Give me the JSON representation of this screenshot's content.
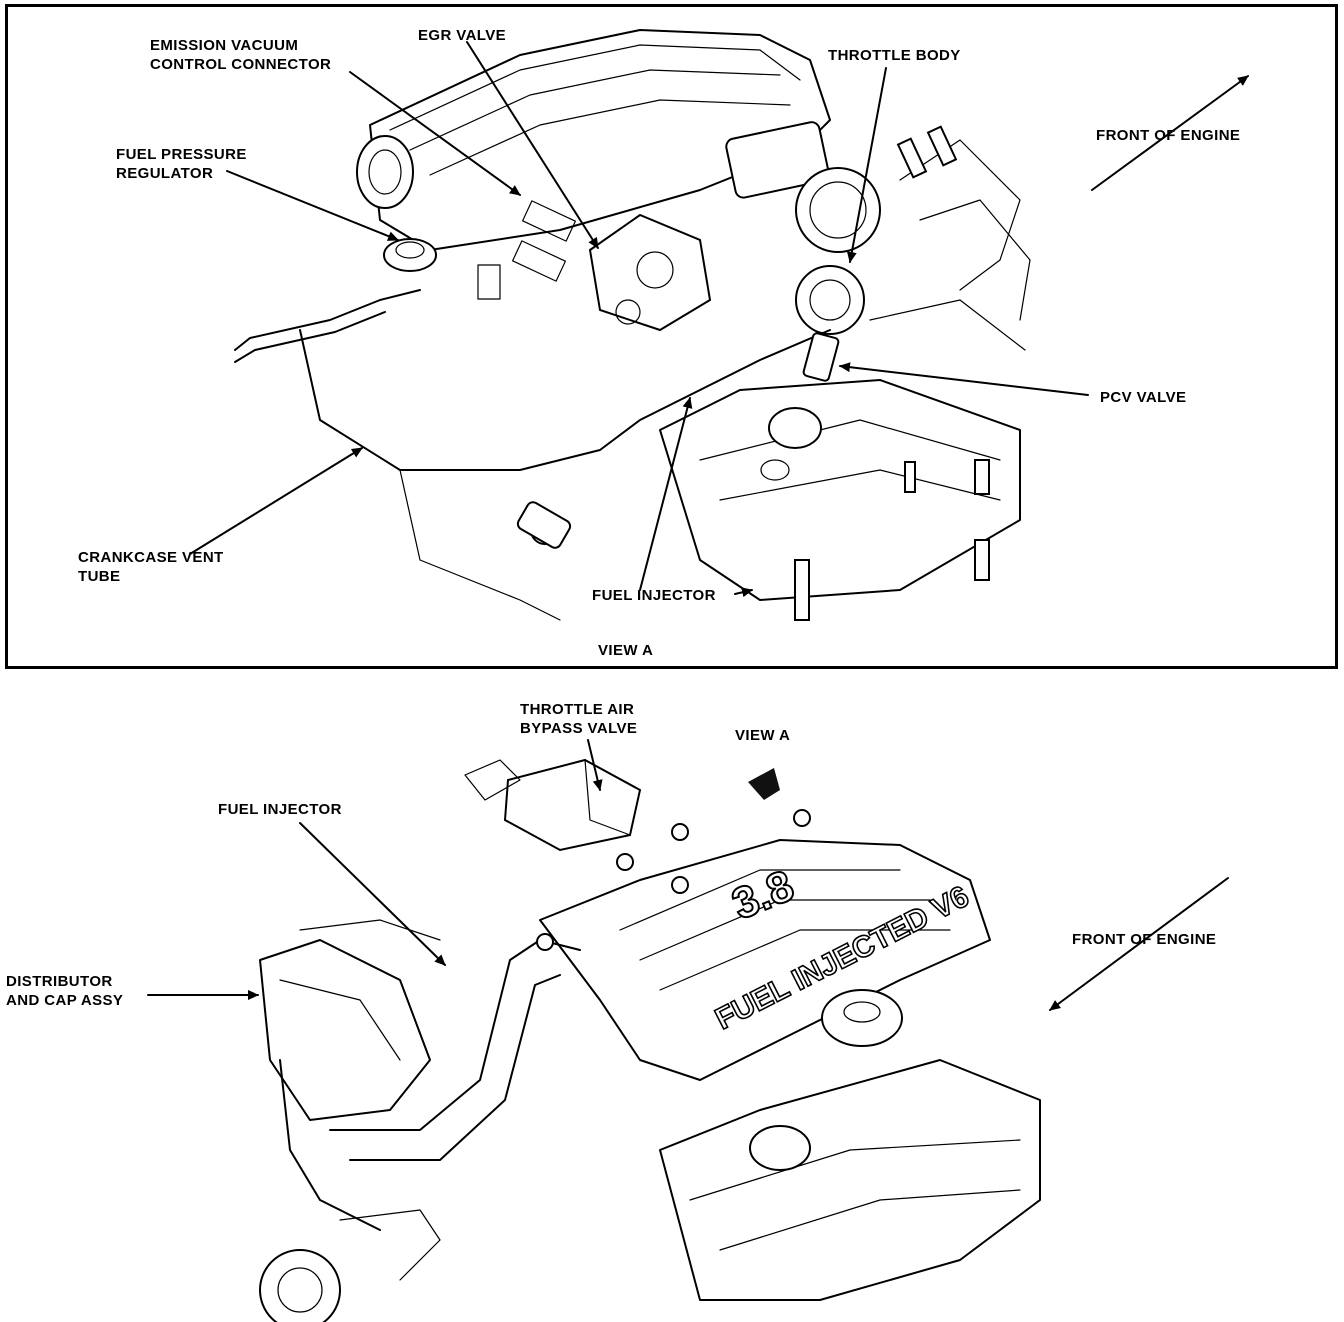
{
  "view_a_panel": {
    "labels": {
      "emission_vacuum": "EMISSION VACUUM\nCONTROL CONNECTOR",
      "egr_valve": "EGR VALVE",
      "throttle_body": "THROTTLE BODY",
      "front_of_engine": "FRONT OF ENGINE",
      "fuel_pressure_regulator": "FUEL PRESSURE\nREGULATOR",
      "pcv_valve": "PCV VALVE",
      "crankcase_vent_tube": "CRANKCASE VENT\nTUBE",
      "fuel_injector": "FUEL INJECTOR",
      "view_a": "VIEW A"
    }
  },
  "overview_panel": {
    "labels": {
      "throttle_air_bypass_valve": "THROTTLE AIR\nBYPASS VALVE",
      "view_a": "VIEW A",
      "fuel_injector": "FUEL INJECTOR",
      "front_of_engine": "FRONT OF ENGINE",
      "distributor_cap": "DISTRIBUTOR\nAND CAP ASSY"
    },
    "intake_engraving": {
      "displacement": "3.8",
      "line1": "FUEL INJECTED V6"
    }
  }
}
